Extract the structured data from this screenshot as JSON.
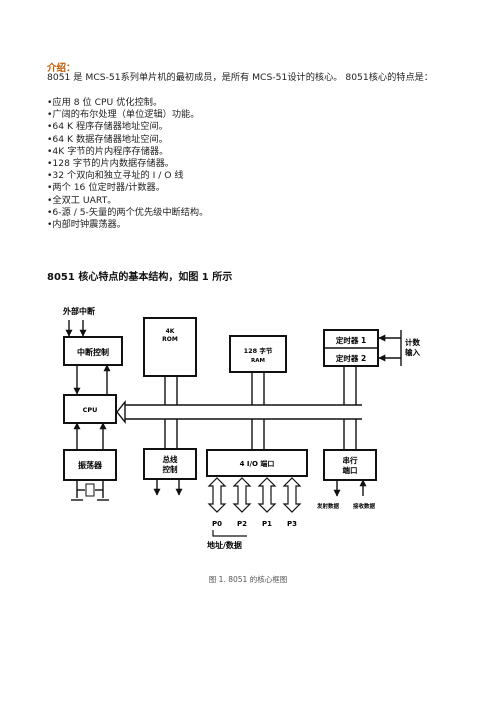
{
  "intro": {
    "title": "介绍：",
    "paragraph": "8051 是 MCS-51系列单片机的最初成员，是所有 MCS-51设计的核心。 8051核心的特点是：",
    "bullets": [
      "•应用 8 位 CPU 优化控制。",
      "•广阔的布尔处理（单位逻辑）功能。",
      "•64 K 程序存储器地址空间。",
      "•64 K 数据存储器地址空间。",
      "•4K 字节的片内程序存储器。",
      "•128 字节的片内数据存储器。",
      "•32 个双向和独立寻址的 I / O 线",
      "•两个 16 位定时器/计数器。",
      "•全双工 UART。",
      "•6-源 / 5-矢量的两个优先级中断结构。",
      "•内部时钟震荡器。"
    ]
  },
  "section": {
    "title": "8051 核心特点的基本结构，如图 1 所示"
  },
  "diagram": {
    "external_interrupt": "外部中断",
    "interrupt_control": "中断控制",
    "rom_line1": "4K",
    "rom_line2": "ROM",
    "ram_line1": "128 字节",
    "ram_line2": "RAM",
    "timer1": "定时器 1",
    "timer2": "定时器 2",
    "count_input_1": "计数",
    "count_input_2": "输入",
    "cpu": "CPU",
    "oscillator": "振荡器",
    "bus_control_1": "总线",
    "bus_control_2": "控制",
    "io_port": "4 I/O 端口",
    "serial_port_1": "串行",
    "serial_port_2": "端口",
    "ports": [
      "P0",
      "P2",
      "P1",
      "P3"
    ],
    "address_data": "地址/数据",
    "transmit": "发射数据",
    "receive": "接收数据"
  },
  "caption": "图 1.   8051 的核心框图"
}
